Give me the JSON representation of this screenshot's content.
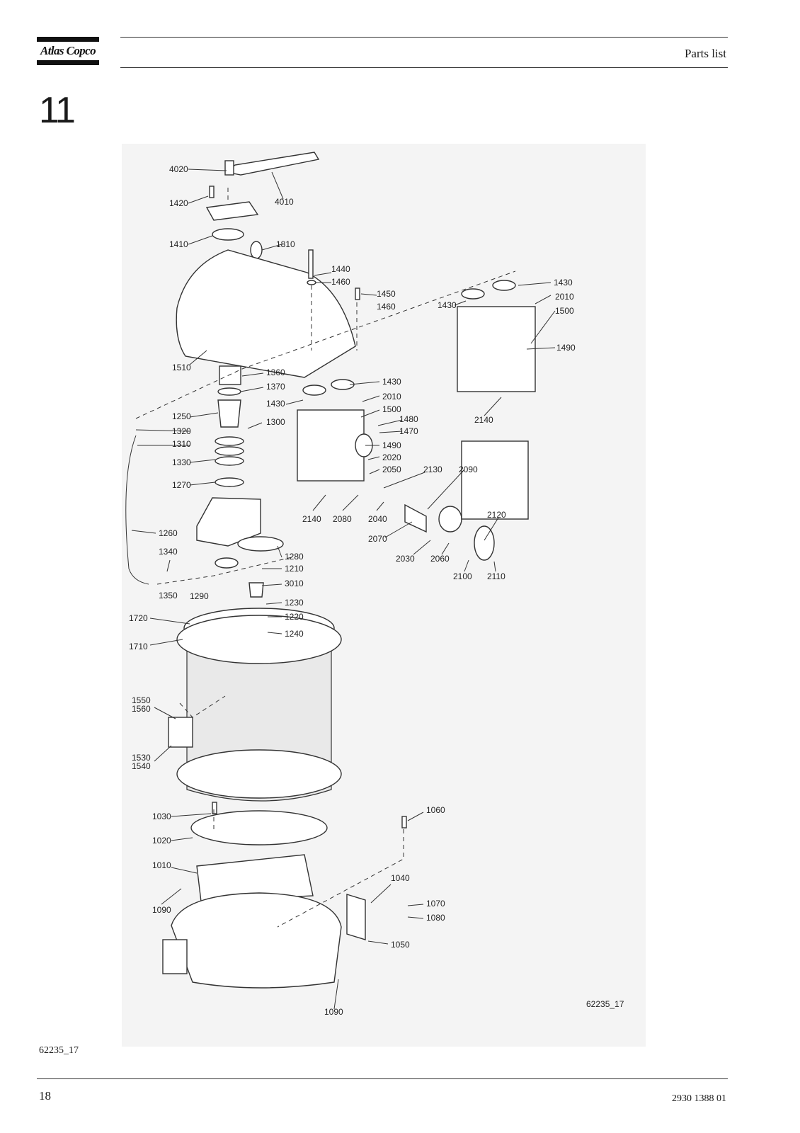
{
  "header": {
    "brand": "Atlas Copco",
    "title": "Parts list"
  },
  "chapter": "11",
  "figure": {
    "id_inside": "62235_17",
    "id_caption": "62235_17",
    "callouts": [
      "4020",
      "1420",
      "4010",
      "1410",
      "1810",
      "1440",
      "1460",
      "1450",
      "1460",
      "1510",
      "1360",
      "1370",
      "1250",
      "1300",
      "1320",
      "1310",
      "1330",
      "1270",
      "1260",
      "1340",
      "1350",
      "1290",
      "1280",
      "1210",
      "3010",
      "1230",
      "1220",
      "1240",
      "1720",
      "1710",
      "1550",
      "1560",
      "1530",
      "1540",
      "1030",
      "1020",
      "1010",
      "1090",
      "1090",
      "1060",
      "1040",
      "1070",
      "1080",
      "1050",
      "1430",
      "1430",
      "2010",
      "1500",
      "1480",
      "1470",
      "1490",
      "2020",
      "2050",
      "2130",
      "2090",
      "2140",
      "2080",
      "2040",
      "2070",
      "2030",
      "2060",
      "2120",
      "2100",
      "2110",
      "1430",
      "1430",
      "2010",
      "1500",
      "1490",
      "2140"
    ]
  },
  "footer": {
    "page_number": "18",
    "doc_number": "2930 1388 01"
  }
}
